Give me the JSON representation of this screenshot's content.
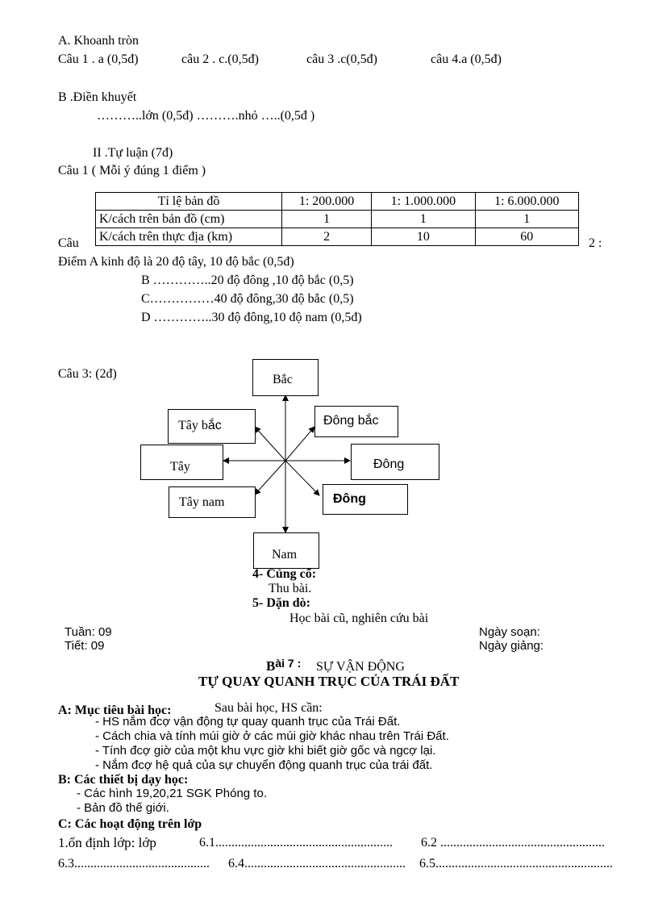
{
  "answer_key": {
    "section_a_title": "A. Khoanh tròn",
    "section_a_answers": [
      "Câu 1 . a (0,5đ)",
      "câu 2 . c.(0,5đ)",
      "câu 3 .c(0,5đ)",
      "câu 4.a (0,5đ)"
    ],
    "section_b_title": "B .Điền khuyết",
    "section_b_line": "………..lớn (0,5đ) ……….nhỏ …..(0,5đ )",
    "section_ii_title": "II .Tự luận (7đ)",
    "q1_title": "Câu 1 ( Mỗi ý đúng 1 điểm )",
    "q2_left": "Câu",
    "q2_right": "2 :",
    "table": {
      "header": [
        "Tỉ lệ bản đồ",
        "1: 200.000",
        "1: 1.000.000",
        "1: 6.000.000"
      ],
      "rows": [
        [
          "K/cách trên bản đồ (cm)",
          "1",
          "1",
          "1"
        ],
        [
          "K/cách trên thực địa (km)",
          "2",
          "10",
          "60"
        ]
      ]
    },
    "q2_lines": [
      "Điểm A kinh độ là 20 độ tây, 10 độ bắc (0,5đ)",
      "B …………..20 độ đông ,10 độ bắc (0,5)",
      "C……………40 độ đông,30 độ bắc (0,5)",
      "D …………..30 độ đông,10 độ nam (0,5đ)"
    ],
    "q3_title": "Câu 3: (2đ)"
  },
  "compass": {
    "north": "Bắc",
    "northeast": "Đông bắc",
    "northwest_a": "Tây b",
    "northwest_b": "ắc",
    "west": "Tây",
    "east": "Đông",
    "southwest": "Tây nam",
    "southeast": "Đông",
    "south": "Nam"
  },
  "lesson_end": {
    "consolidation_title": "4- Củng cố:",
    "consolidation_text": "Thu bài.",
    "homework_title": "5- Dặn dò:",
    "homework_text": "Học bài cũ, nghiên cứu bài"
  },
  "next_lesson": {
    "week": "Tuần: 09",
    "period": "Tiết: 09",
    "date_prepared": "Ngày soạn:",
    "date_taught": "Ngày giảng:",
    "lesson_b": "B",
    "lesson_num": "ài 7 :",
    "lesson_title_1": "SỰ VẬN ĐỘNG",
    "lesson_title_2": "TỰ QUAY QUANH TRỤC CỦA TRÁI ĐẤT",
    "objectives_title": "A: Mục tiêu bài học:",
    "objectives_intro": "Sau bài học, HS cần:",
    "objectives": [
      "- HS nắm đcợ   vận động tự quay quanh trục của Trái Đất.",
      "- Cách chia và tính múi giờ ở các múi giờ khác nhau trên Trái Đất.",
      "- Tính đcợ   giờ của một khu vực giờ khi biết giờ gốc và ngcợ   lại.",
      "- Nắm đcợ   hệ quả của sự chuyển động quanh trục của trái đất."
    ],
    "equipment_title": "B:  Các thiết bị dạy học:",
    "equipment": [
      "- Các hình 19,20,21 SGK Phóng to.",
      "- Bản đồ thế giới."
    ],
    "activities_title": "C: Các hoạt động trên lớp",
    "class_label": "1.ổn định lớp: lớp",
    "classes": [
      "6.1",
      "6.2",
      "6.3",
      "6.4",
      "6.5"
    ]
  }
}
